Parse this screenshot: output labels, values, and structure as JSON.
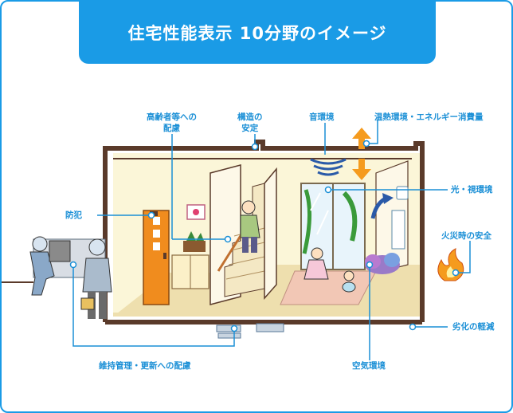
{
  "banner": {
    "title": "住宅性能表示 10分野のイメージ"
  },
  "labels": {
    "elderly_line1": "高齢者等への",
    "elderly_line2": "配慮",
    "structure_line1": "構造の",
    "structure_line2": "安定",
    "sound": "音環境",
    "thermal": "温熱環境・エネルギー消費量",
    "light": "光・視環境",
    "crime": "防犯",
    "fire": "火災時の安全",
    "degradation": "劣化の軽減",
    "maintenance": "維持管理・更新への配慮",
    "air": "空気環境"
  },
  "colors": {
    "accent": "#1a9be6",
    "label": "#1a8fd6",
    "wall_frame": "#5a3a2a",
    "wall_fill": "#fbf6d8",
    "floor": "#eedfae",
    "door": "#f08c1e",
    "arrow_orange": "#f59b1e",
    "rug": "#f2c7b5"
  }
}
